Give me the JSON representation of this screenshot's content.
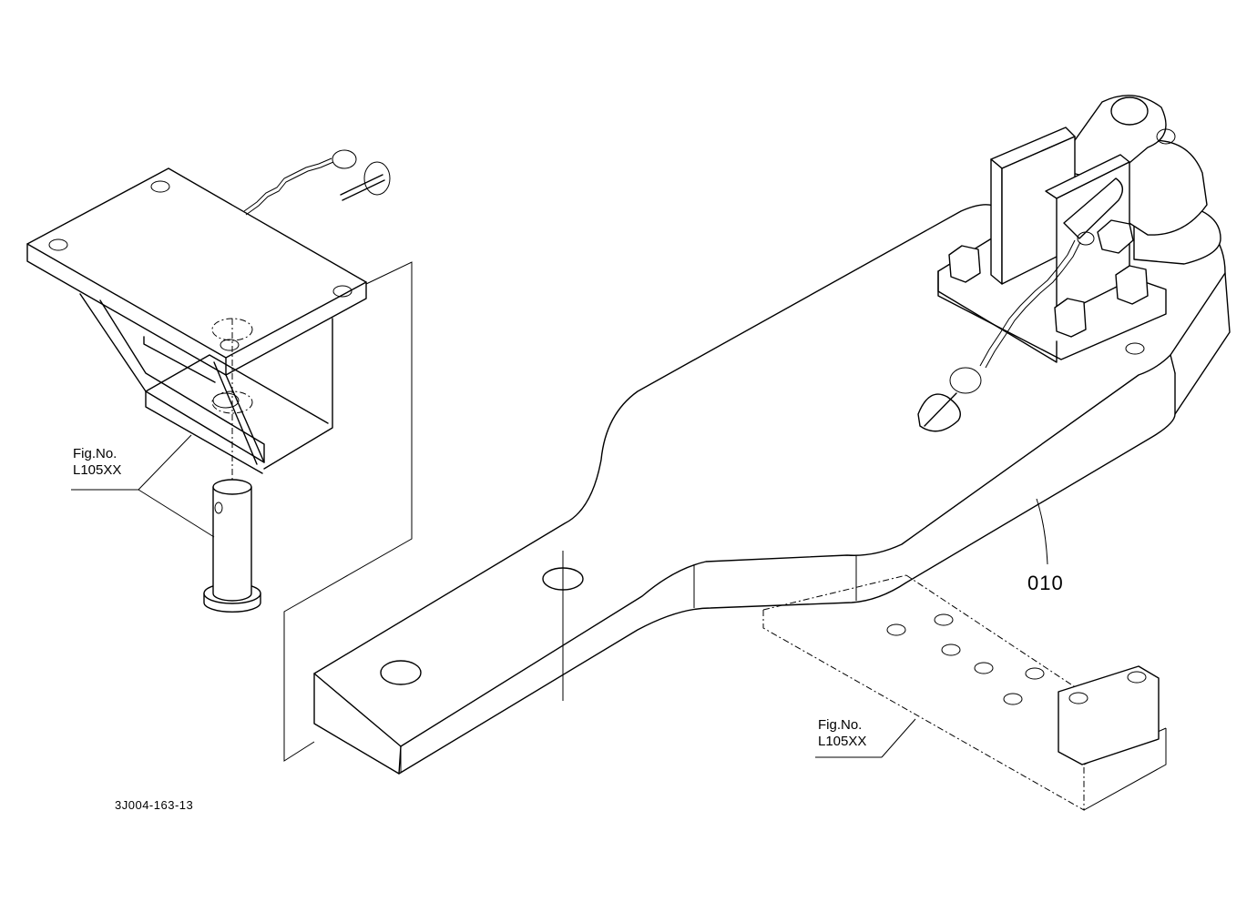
{
  "callouts": {
    "ref_left": {
      "line1": "Fig.No.",
      "line2": "L105XX"
    },
    "ref_right": {
      "line1": "Fig.No.",
      "line2": "L105XX"
    },
    "part_010": "010"
  },
  "drawing_code": "3J004-163-13"
}
